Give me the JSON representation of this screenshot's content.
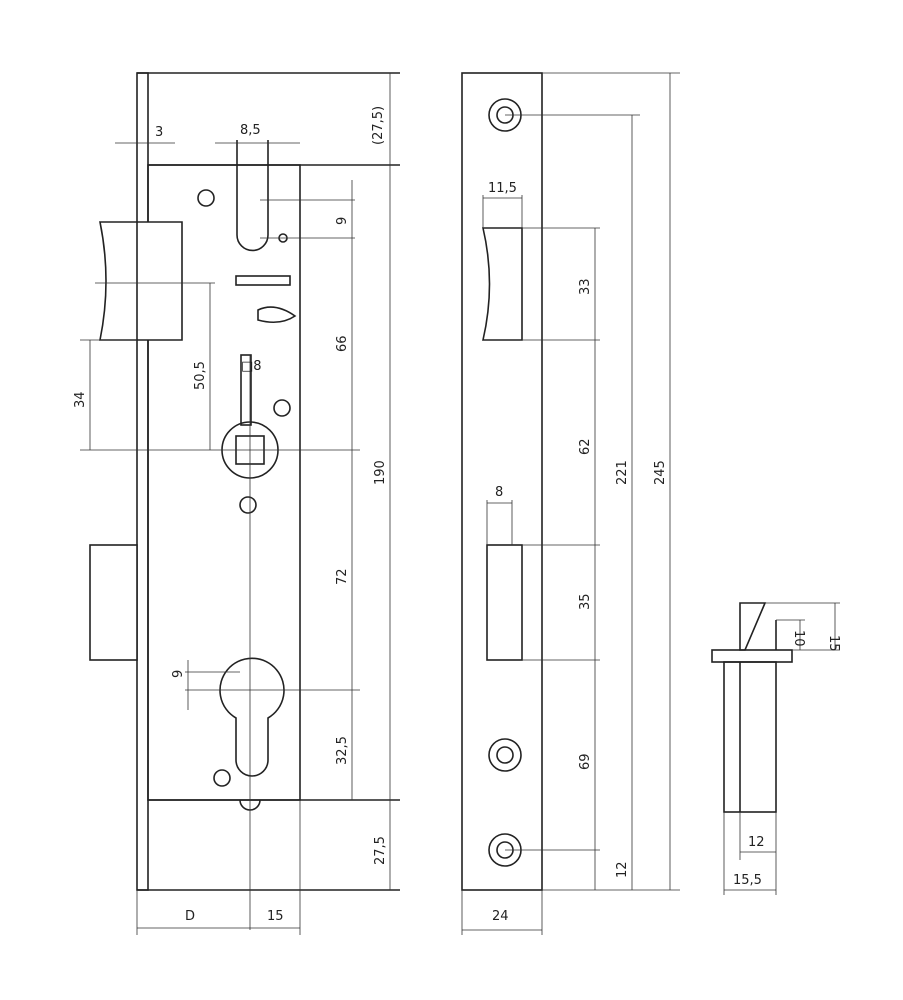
{
  "lock_body": {
    "d_faceplate": "3",
    "d_slot": "8,5",
    "d_top": "(27,5)",
    "d_9a": "9",
    "d_66": "66",
    "d_190": "190",
    "d_50_5": "50,5",
    "d_34": "34",
    "d_square": "□8",
    "d_72": "72",
    "d_9b": "9",
    "d_32_5": "32,5",
    "d_bottom": "27,5",
    "d_D": "D",
    "d_15": "15"
  },
  "strike_plate": {
    "d_11_5": "11,5",
    "d_33": "33",
    "d_62": "62",
    "d_221": "221",
    "d_245": "245",
    "d_8": "8",
    "d_35": "35",
    "d_69": "69",
    "d_12": "12",
    "d_24": "24"
  },
  "latch_part": {
    "d_15": "15",
    "d_10": "10",
    "d_12": "12",
    "d_15_5": "15,5"
  }
}
